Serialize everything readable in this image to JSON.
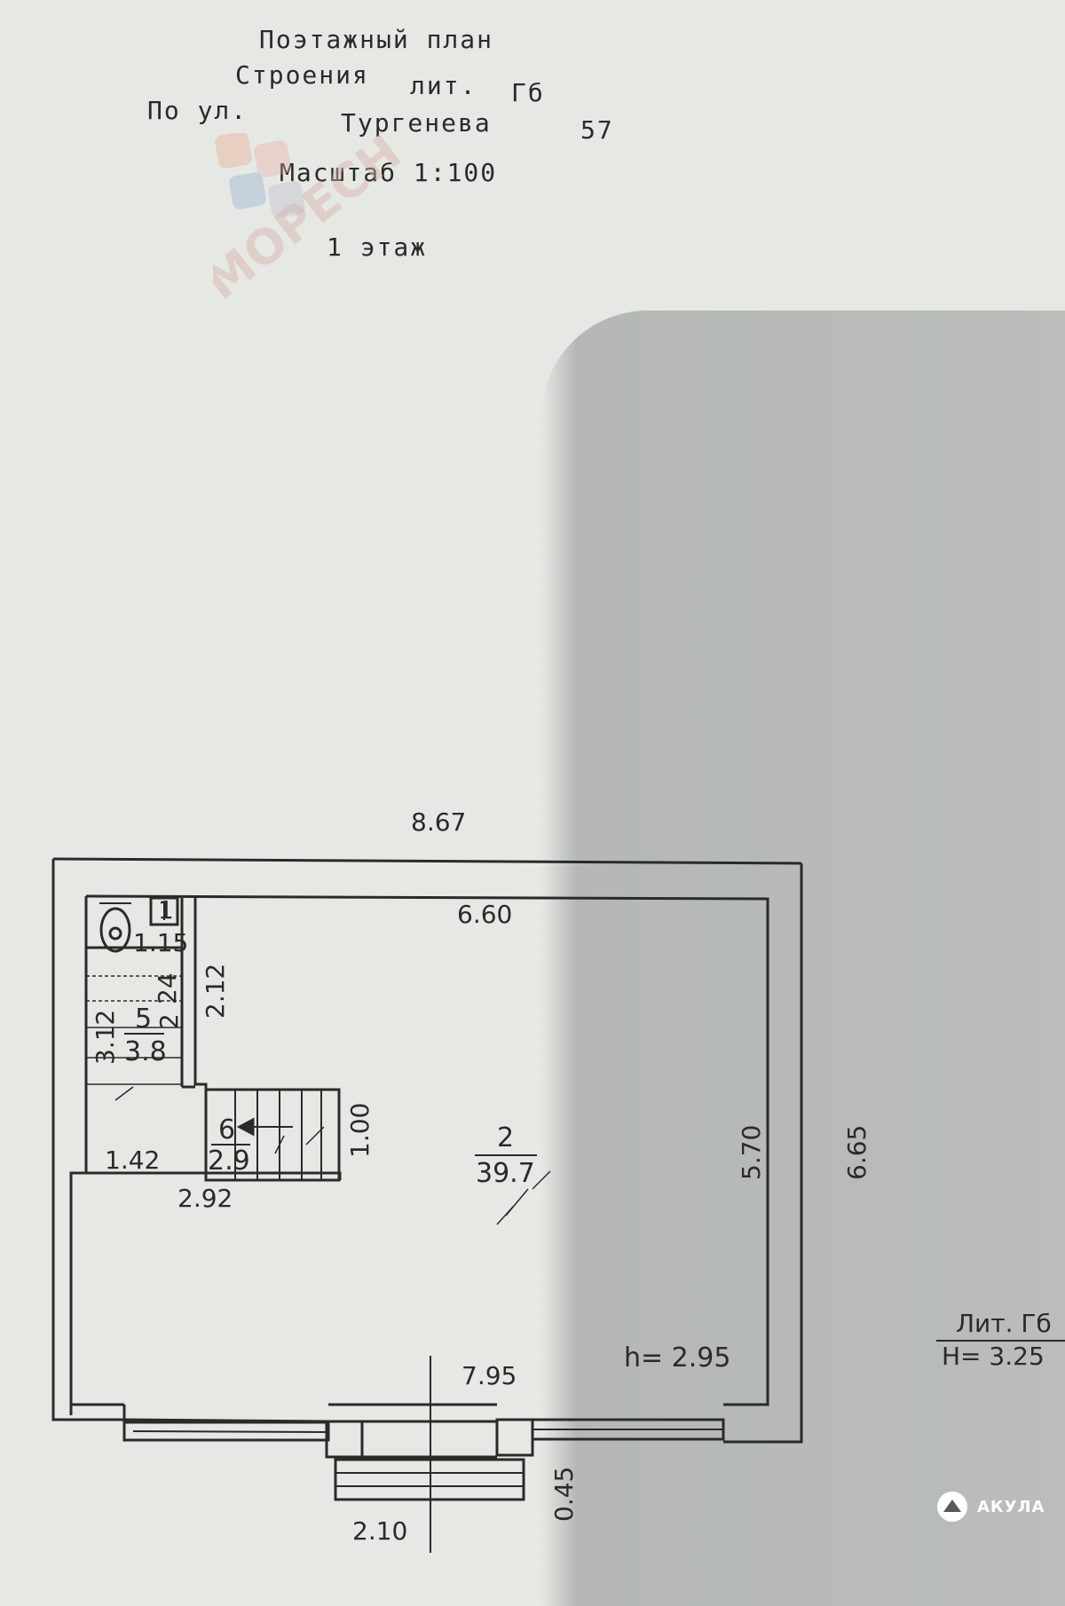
{
  "header": {
    "line1": "Поэтажный план",
    "line2a": "Строения",
    "line2b": "лит.",
    "line2c": "Гб",
    "line3a": "По ул.",
    "line3b": "Тургенева",
    "line3c": "57",
    "scale": "Масштаб 1:100",
    "floor": "1 этаж"
  },
  "dimensions": {
    "outer_width": "8.67",
    "outer_depth": "6.65",
    "inner_width": "6.60",
    "inner_depth": "5.70",
    "front_width": "7.95",
    "porch_width": "2.10",
    "porch_depth": "0.45",
    "wc_width": "1.15",
    "hall_side": "3.12",
    "hall_depth": "2.12",
    "stair_depth": "1.00",
    "hall_bottom": "1.42",
    "left_block": "2.92",
    "small_a": "24",
    "small_b": "2"
  },
  "rooms": {
    "room5_num": "5",
    "room5_area": "3.8",
    "room6_num": "6",
    "room6_area": "2.9",
    "room2_num": "2",
    "room2_area": "39.7",
    "room1_num": "1"
  },
  "height_note": "h= 2.95",
  "lit": {
    "label": "Лит. Гб",
    "height": "H= 3.25"
  },
  "watermark": "МОРЕСН",
  "logo": "АКУЛА",
  "colors": {
    "paper": "#e6e8e4",
    "ink": "#2a2a2a"
  }
}
